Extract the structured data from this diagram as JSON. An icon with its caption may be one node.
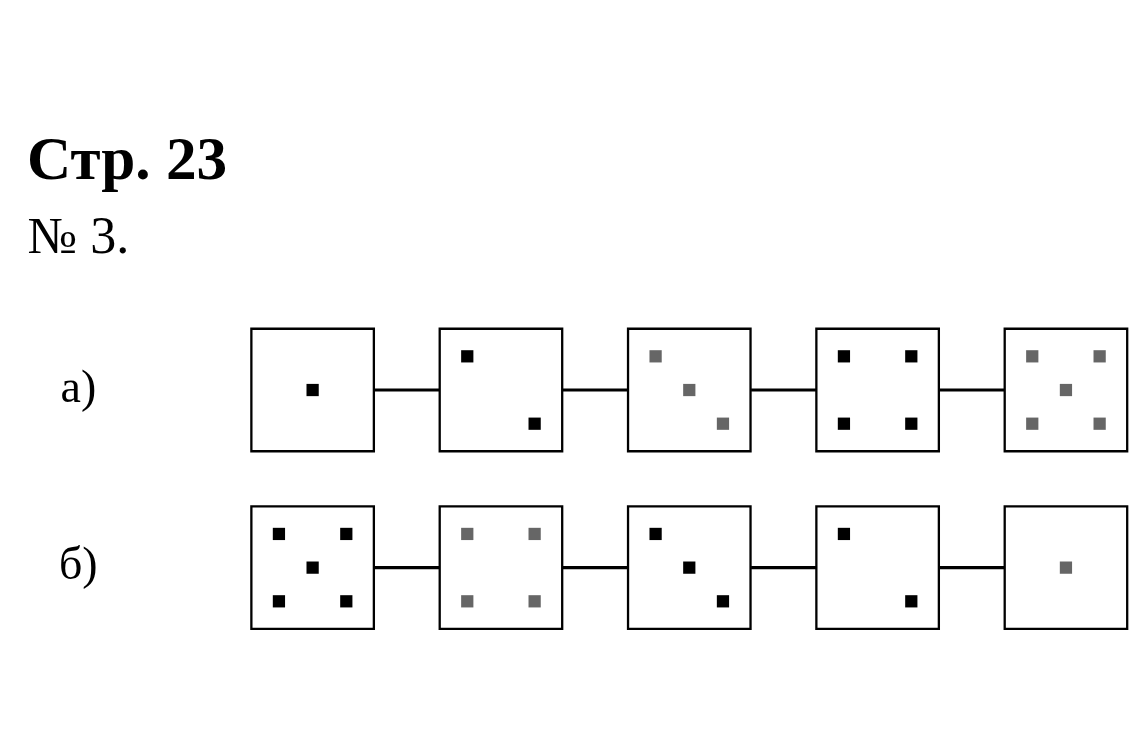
{
  "diagram": {
    "title": "Стр. 23",
    "nodes": [
      {
        "text": [],
        "shape": "box"
      },
      {
        "text": [],
        "shape": "box"
      },
      {
        "text": [],
        "shape": "box"
      },
      {
        "text": [],
        "shape": "box"
      },
      {
        "text": [],
        "shape": "box"
      },
      {
        "text": [],
        "shape": "box"
      },
      {
        "text": [],
        "shape": "box"
      },
      {
        "text": [],
        "shape": "box"
      },
      {
        "text": [],
        "shape": "box"
      },
      {
        "text": [],
        "shape": "box"
      }
    ],
    "edges": [
      {
        "from": 0,
        "to": 1,
        "arrow": "none"
      },
      {
        "from": 1,
        "to": 2,
        "arrow": "none"
      },
      {
        "from": 2,
        "to": 3,
        "arrow": "none"
      },
      {
        "from": 3,
        "to": 4,
        "arrow": "none"
      },
      {
        "from": 5,
        "to": 6,
        "arrow": "none"
      },
      {
        "from": 6,
        "to": 7,
        "arrow": "none"
      },
      {
        "from": 7,
        "to": 8,
        "arrow": "none"
      },
      {
        "from": 8,
        "to": 9,
        "arrow": "none"
      }
    ],
    "labels": [
      "№ 3.",
      "а)",
      "б)"
    ]
  }
}
